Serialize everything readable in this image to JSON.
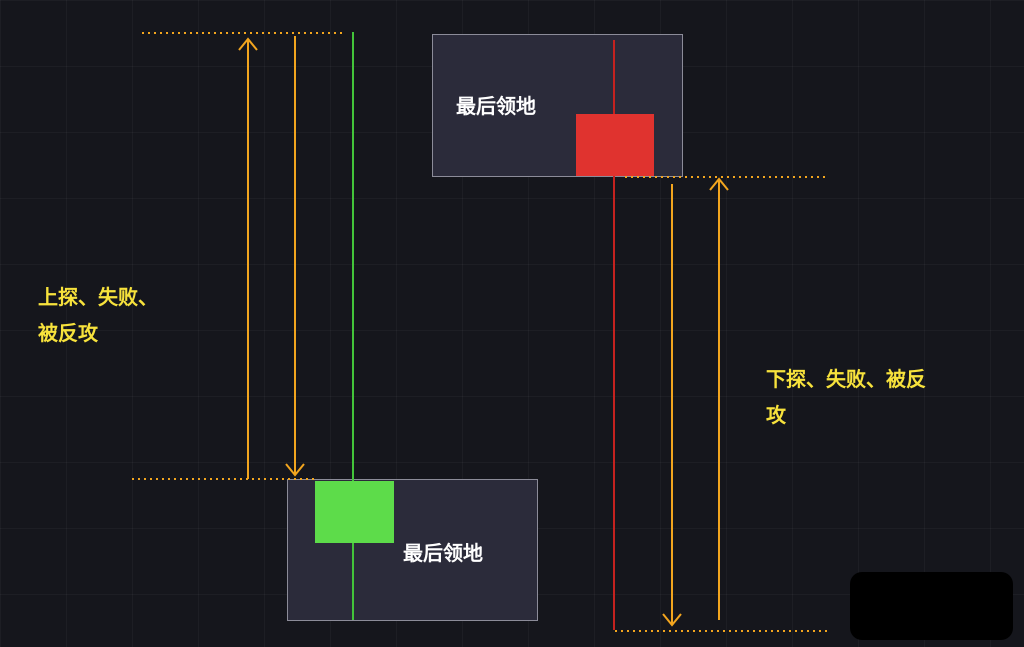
{
  "colors": {
    "background": "#15161c",
    "zone_fill": "#2b2b3a",
    "bull_candle": "#5ddc4a",
    "bull_wick": "#43c43a",
    "bear_candle": "#e0332f",
    "bear_wick": "#c4221f",
    "guide": "#f2a51e",
    "callout_text": "#f7e23c",
    "label_text": "#ffffff"
  },
  "top_zone": {
    "label": "最后领地"
  },
  "bottom_zone": {
    "label": "最后领地"
  },
  "left_callout": {
    "line1": "上探、失败、",
    "line2": "被反攻"
  },
  "right_callout": {
    "line1": "下探、失败、被反",
    "line2": "攻"
  },
  "icons": [
    "up-arrow-icon",
    "down-arrow-icon"
  ]
}
